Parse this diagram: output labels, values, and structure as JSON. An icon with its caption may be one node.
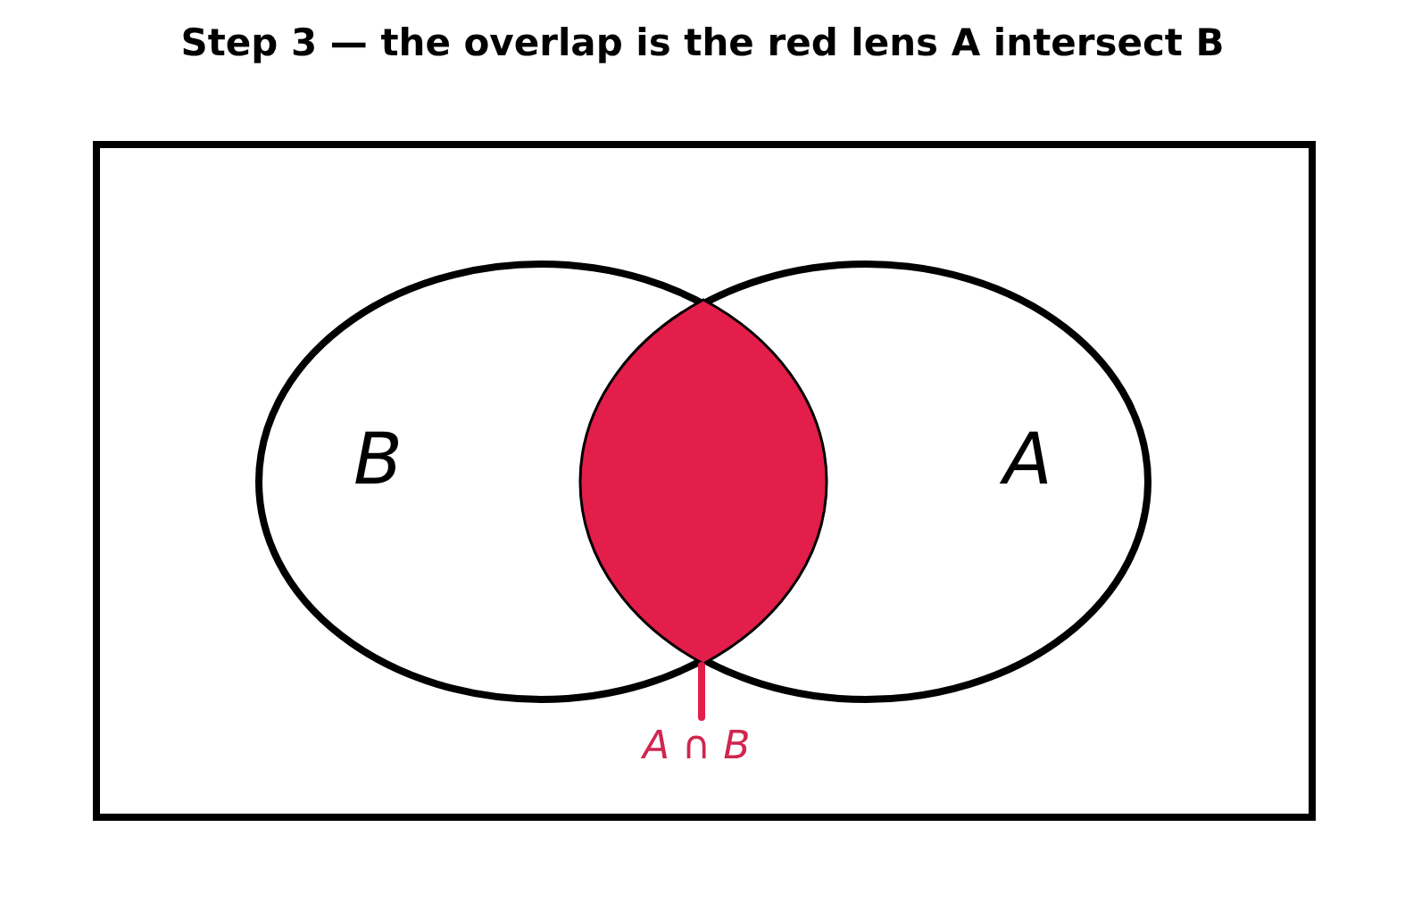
{
  "diagram": {
    "title": "Step 3 — the overlap is the red lens A intersect B",
    "nodes": [
      {
        "text": [],
        "shape": "box"
      },
      {
        "text": [
          "B"
        ],
        "in": 0
      },
      {
        "text": [
          "A"
        ],
        "in": 0
      },
      {
        "text": [],
        "shape": "lens"
      },
      {
        "text": [
          "A ∩ B"
        ],
        "in": 0
      }
    ],
    "edges": [
      {
        "from": 4,
        "to": 3,
        "arrow": "none",
        "color": "#e31e4a"
      }
    ]
  }
}
